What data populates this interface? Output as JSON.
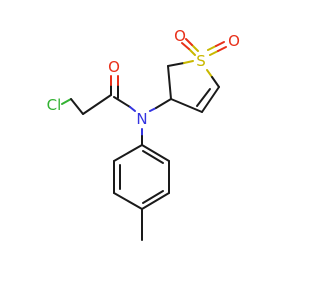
{
  "molecule": {
    "atoms": {
      "chlorine": {
        "symbol": "Cl",
        "color": "#33b233"
      },
      "carbonyl_oxygen": {
        "symbol": "O",
        "color": "#e8301a"
      },
      "nitrogen": {
        "symbol": "N",
        "color": "#3434e0"
      },
      "sulfur": {
        "symbol": "S",
        "color": "#c9b800"
      },
      "sulfonyl_oxygen_left": {
        "symbol": "O",
        "color": "#e8301a"
      },
      "sulfonyl_oxygen_right": {
        "symbol": "O",
        "color": "#e8301a"
      }
    },
    "bond_color": "#1a1a1a"
  }
}
